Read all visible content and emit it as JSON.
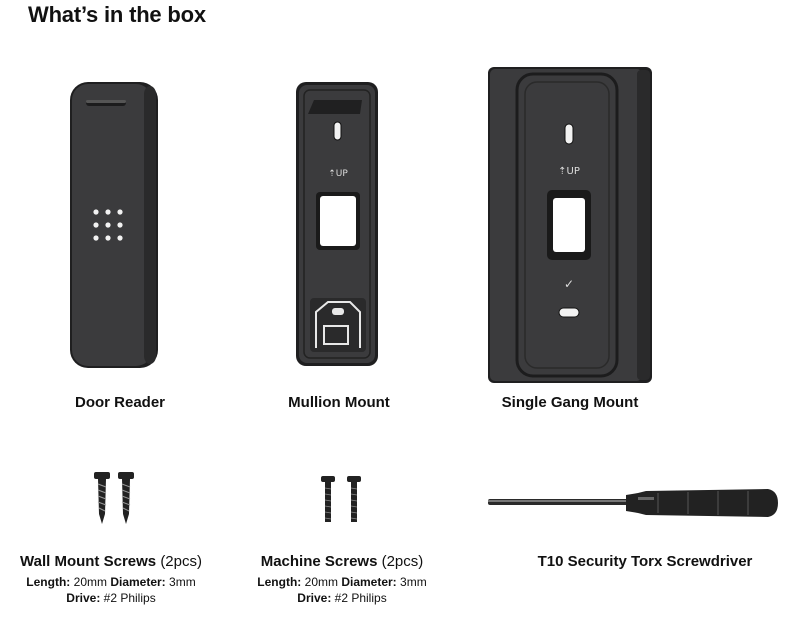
{
  "header": {
    "title": "What’s in the box"
  },
  "products": {
    "door_reader": "Door Reader",
    "mullion_mount": "Mullion Mount",
    "single_gang_mount": "Single Gang Mount"
  },
  "accessories": {
    "wall_screws": {
      "name": "Wall Mount Screws",
      "qty": "(2pcs)",
      "length_label": "Length:",
      "length_value": "20mm",
      "diameter_label": "Diameter:",
      "diameter_value": "3mm",
      "drive_label": "Drive:",
      "drive_value": "#2 Philips"
    },
    "machine_screws": {
      "name": "Machine Screws",
      "qty": "(2pcs)",
      "length_label": "Length:",
      "length_value": "20mm",
      "diameter_label": "Diameter:",
      "diameter_value": "3mm",
      "drive_label": "Drive:",
      "drive_value": "#2 Philips"
    },
    "screwdriver": {
      "name": "T10 Security Torx Screwdriver"
    }
  },
  "colors": {
    "device_dark": "#3b3b3d",
    "device_edge": "#1f1f20",
    "metal": "#2a2a2a",
    "text": "#111111"
  }
}
